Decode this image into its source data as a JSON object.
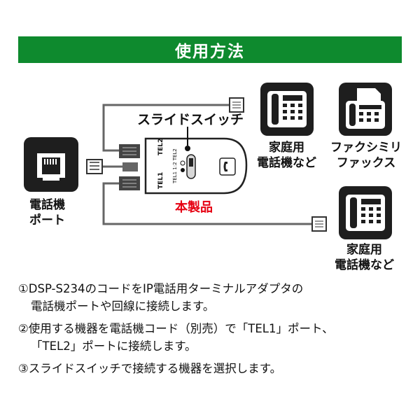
{
  "header": {
    "title": "使用方法"
  },
  "labels": {
    "slide_switch": "スライドスイッチ",
    "product": "本製品",
    "port_line1": "電話機",
    "port_line2": "ポート",
    "home_phone_top_line1": "家庭用",
    "home_phone_top_line2": "電話機など",
    "fax_line1": "ファクシミリ",
    "fax_line2": "ファックス",
    "home_phone_bottom_line1": "家庭用",
    "home_phone_bottom_line2": "電話機など",
    "device_tel2": "TEL2",
    "device_tel1": "TEL1",
    "switch_marks": "TEL1 1:2 TEL2"
  },
  "steps": [
    {
      "line1": "①DSP-S234のコードをIP電話用ターミナルアダプタの",
      "line2": "電話機ポートや回線に接続します。"
    },
    {
      "line1": "②使用する機器を電話機コード（別売）で「TEL1」ポート、",
      "line2": "「TEL2」ポートに接続します。"
    },
    {
      "line1": "③スライドスイッチで接続する機器を選択します。",
      "line2": ""
    }
  ],
  "colors": {
    "banner": "#0e8a2e",
    "accent_red": "#e60012",
    "icon_bg": "#1e1e1e"
  },
  "icons": [
    "modular-jack-icon",
    "telephone-icon",
    "fax-icon",
    "telephone-icon"
  ]
}
